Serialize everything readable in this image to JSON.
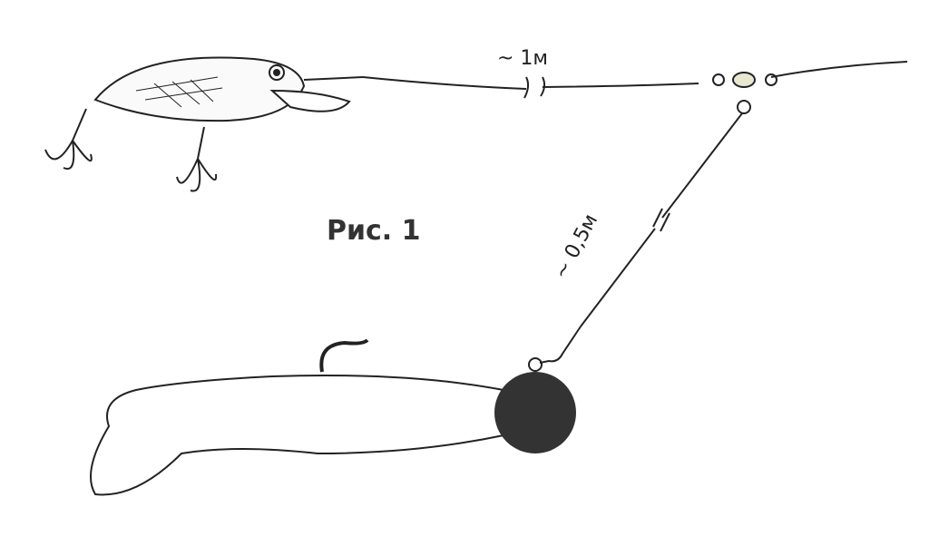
{
  "figure": {
    "caption": "Рис. 1",
    "upper_leader_length": "~ 1м",
    "lower_leader_length": "~ 0,5м"
  }
}
